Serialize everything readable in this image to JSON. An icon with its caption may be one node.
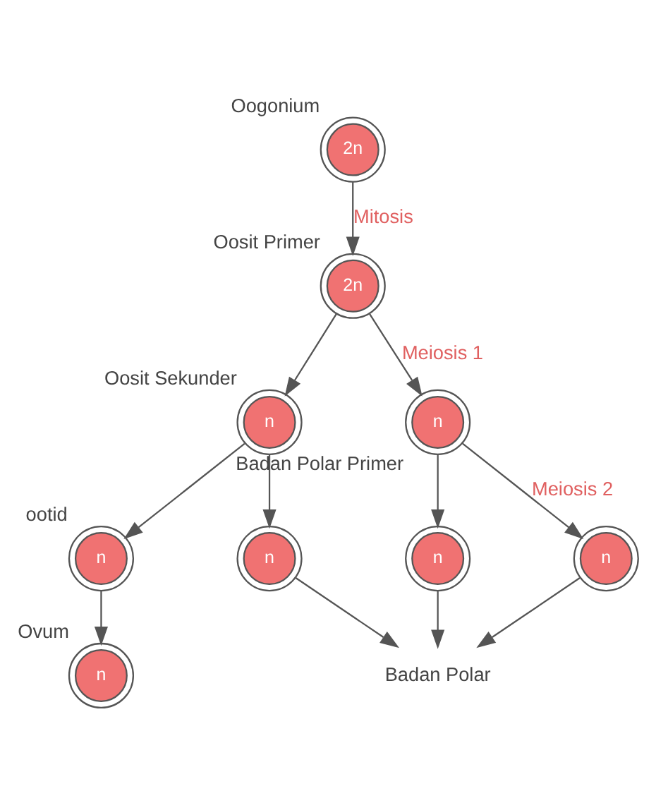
{
  "diagram": {
    "nodes": [
      {
        "text": [
          "2n"
        ],
        "beside": [
          "Oogonium"
        ]
      },
      {
        "text": [
          "2n"
        ],
        "beside": [
          "Oosit Primer"
        ]
      },
      {
        "text": [
          "n"
        ],
        "beside": [
          "Oosit Sekunder"
        ]
      },
      {
        "text": [
          "n"
        ],
        "beside": [
          "Badan Polar Primer"
        ]
      },
      {
        "text": [
          "n"
        ],
        "beside": [
          "ootid"
        ]
      },
      {
        "text": [
          "n"
        ]
      },
      {
        "text": [
          "n"
        ]
      },
      {
        "text": [
          "n"
        ]
      },
      {
        "text": [
          "Badan Polar"
        ]
      },
      {
        "text": [
          "n"
        ],
        "beside": [
          "Ovum"
        ]
      }
    ],
    "edges": [
      {
        "from": 0,
        "to": 1,
        "arrow": "to",
        "label": "Mitosis"
      },
      {
        "from": 1,
        "to": 2,
        "arrow": "to"
      },
      {
        "from": 1,
        "to": 3,
        "arrow": "to",
        "label": "Meiosis 1"
      },
      {
        "from": 2,
        "to": 4,
        "arrow": "to"
      },
      {
        "from": 2,
        "to": 5,
        "arrow": "to"
      },
      {
        "from": 3,
        "to": 6,
        "arrow": "to"
      },
      {
        "from": 3,
        "to": 7,
        "arrow": "to",
        "label": "Meiosis 2"
      },
      {
        "from": 5,
        "to": 8,
        "arrow": "to"
      },
      {
        "from": 6,
        "to": 8,
        "arrow": "to"
      },
      {
        "from": 7,
        "to": 8,
        "arrow": "to"
      },
      {
        "from": 4,
        "to": 9,
        "arrow": "to"
      }
    ]
  }
}
